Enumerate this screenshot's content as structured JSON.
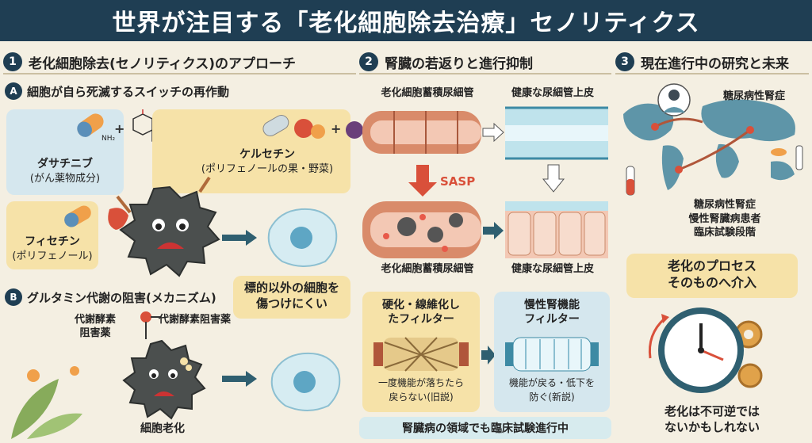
{
  "title": "世界が注目する「老化細胞除去治療」セノリティクス",
  "sections": [
    {
      "num": "1",
      "title": "老化細胞除去(セノリティクス)のアプローチ"
    },
    {
      "num": "2",
      "title": "腎臓の若返りと進行抑制"
    },
    {
      "num": "3",
      "title": "現在進行中の研究と未来"
    }
  ],
  "s1": {
    "a_badge": "A",
    "a_title": "細胞が自ら死滅するスイッチの再作動",
    "dasatinib_1": "ダサチニブ",
    "dasatinib_2": "(がん薬物成分)",
    "quercetin_1": "ケルセチン",
    "quercetin_2": "(ポリフェノールの果・野菜)",
    "fisetin_1": "フィセチン",
    "fisetin_2": "(ポリフェノール)",
    "nh2": "NH₂",
    "target_1": "標的以外の細胞を",
    "target_2": "傷つけにくい",
    "b_badge": "B",
    "b_title": "グルタミン代謝の阻害(メカニズム)",
    "inhib_left_1": "代謝酵素",
    "inhib_left_2": "阻害薬",
    "inhib_right": "代謝酵素阻害薬",
    "senescence": "細胞老化"
  },
  "s2": {
    "aged_top": "老化細胞蓄積尿細管",
    "healthy_top": "健康な尿細管上皮",
    "sasp": "SASP",
    "aged_bottom": "老化細胞蓄積尿細管",
    "healthy_bottom": "健康な尿細管上皮",
    "fib_1": "硬化・線維化し",
    "fib_2": "たフィルター",
    "ckd_1": "慢性腎機能",
    "ckd_2": "フィルター",
    "old_1": "一度機能が落ちたら",
    "old_2": "戻らない(旧説)",
    "new_1": "機能が戻る・低下を",
    "new_2": "防ぐ(新説)",
    "banner": "腎臓病の領域でも臨床試験進行中"
  },
  "s3": {
    "diabetic": "糖尿病性腎症",
    "list_1": "糖尿病性腎症",
    "list_2": "慢性腎臓病患者",
    "list_3": "臨床試験段階",
    "aging_1": "老化のプロセス",
    "aging_2": "そのものへ介入",
    "irrev_1": "老化は不可逆では",
    "irrev_2": "ないかもしれない"
  },
  "colors": {
    "title_bg": "#1f3e53",
    "cream": "#f4efe2",
    "blue_panel": "#d5e7ee",
    "yellow_panel": "#f6e2a8",
    "teal": "#2f5f70",
    "red": "#d9503a"
  }
}
